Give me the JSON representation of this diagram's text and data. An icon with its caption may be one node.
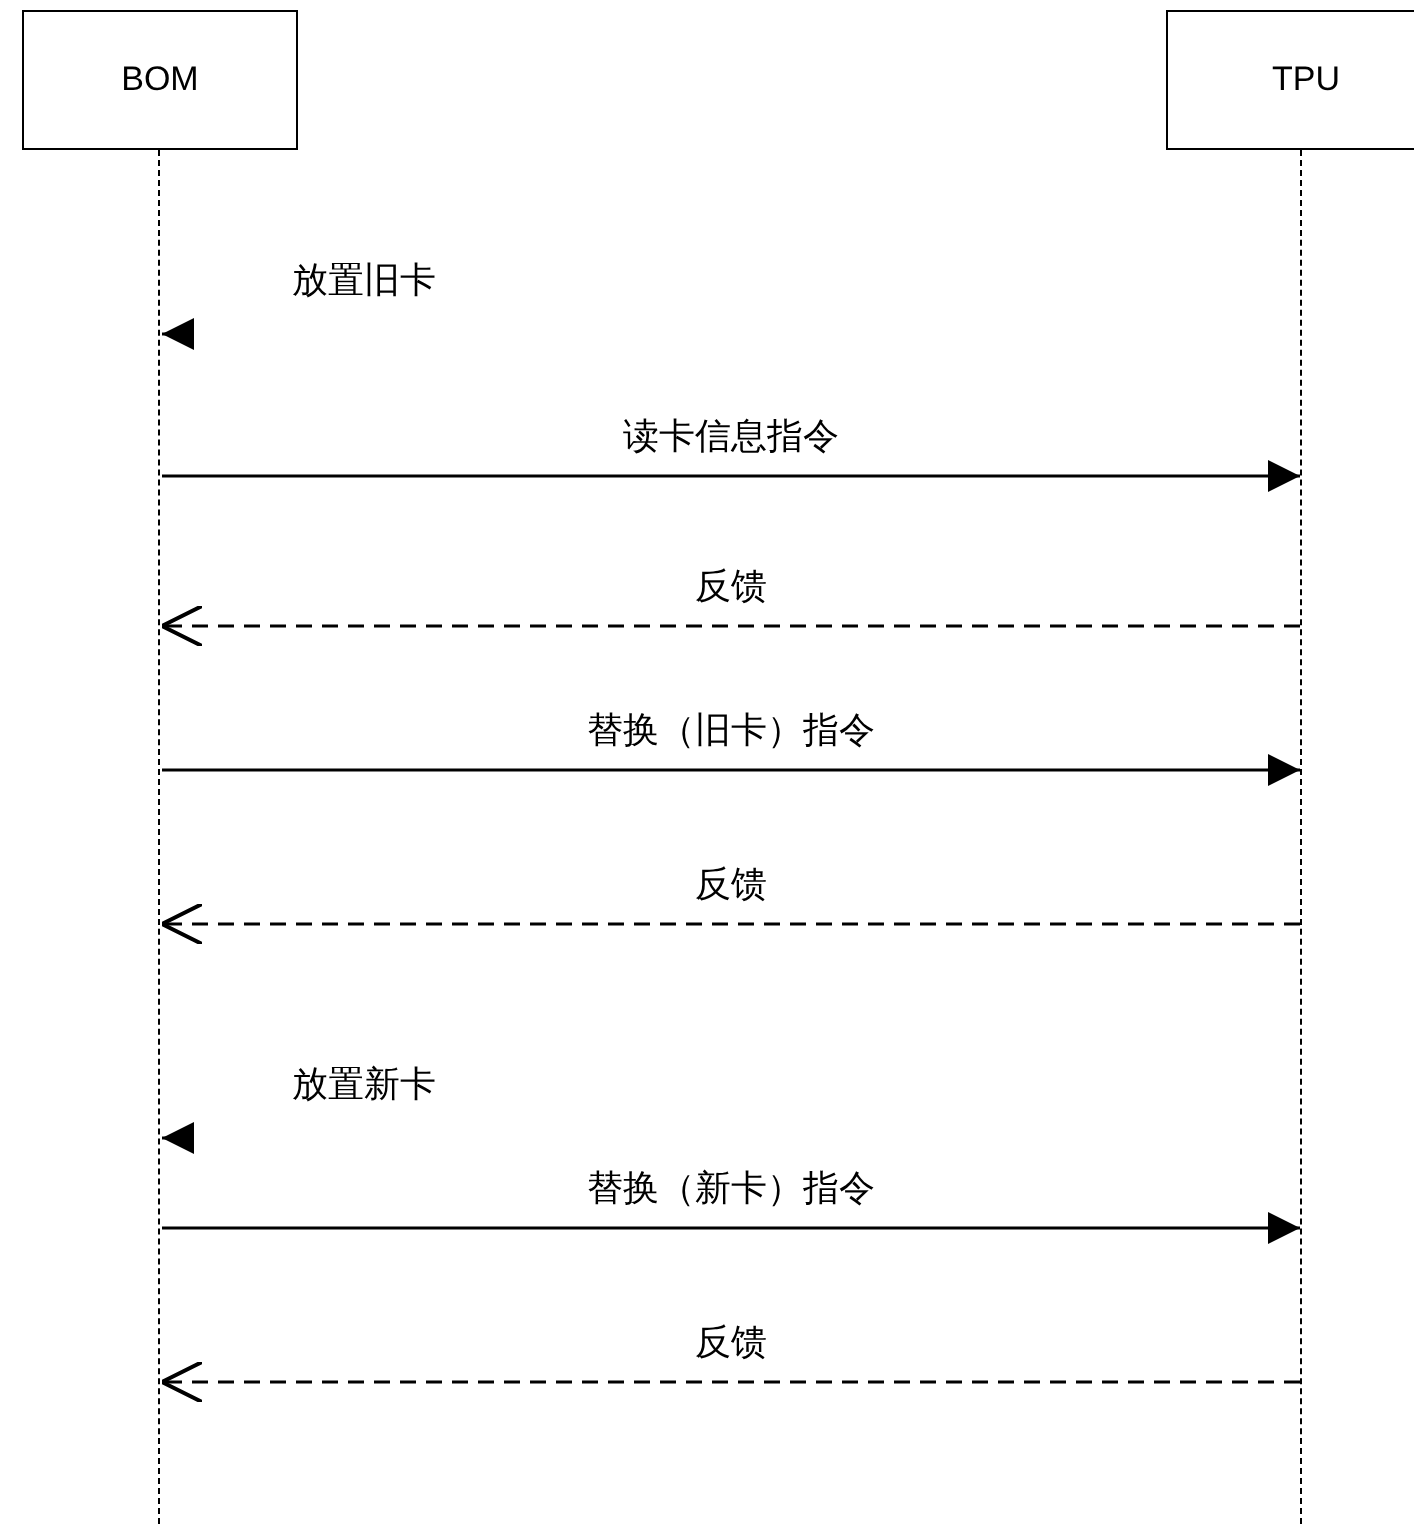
{
  "diagram": {
    "nodes": [
      {
        "text": [
          "BOM"
        ]
      },
      {
        "text": [
          "TPU"
        ]
      },
      {
        "text": [],
        "shape": "line"
      },
      {
        "text": [],
        "shape": "line"
      }
    ],
    "edges": [
      {
        "from": null,
        "to": 2,
        "arrow": "to",
        "label": "放置旧卡"
      },
      {
        "from": 2,
        "to": 3,
        "arrow": "to",
        "label": "读卡信息指令"
      },
      {
        "from": 3,
        "to": 2,
        "arrow": "to",
        "label": "反馈",
        "style": "dashed"
      },
      {
        "from": 2,
        "to": 3,
        "arrow": "to",
        "label": "替换（旧卡）指令"
      },
      {
        "from": 3,
        "to": 2,
        "arrow": "to",
        "label": "反馈",
        "style": "dashed"
      },
      {
        "from": null,
        "to": 2,
        "arrow": "to",
        "label": "放置新卡"
      },
      {
        "from": 2,
        "to": 3,
        "arrow": "to",
        "label": "替换（新卡）指令"
      },
      {
        "from": 3,
        "to": 2,
        "arrow": "to",
        "label": "反馈",
        "style": "dashed"
      }
    ]
  }
}
